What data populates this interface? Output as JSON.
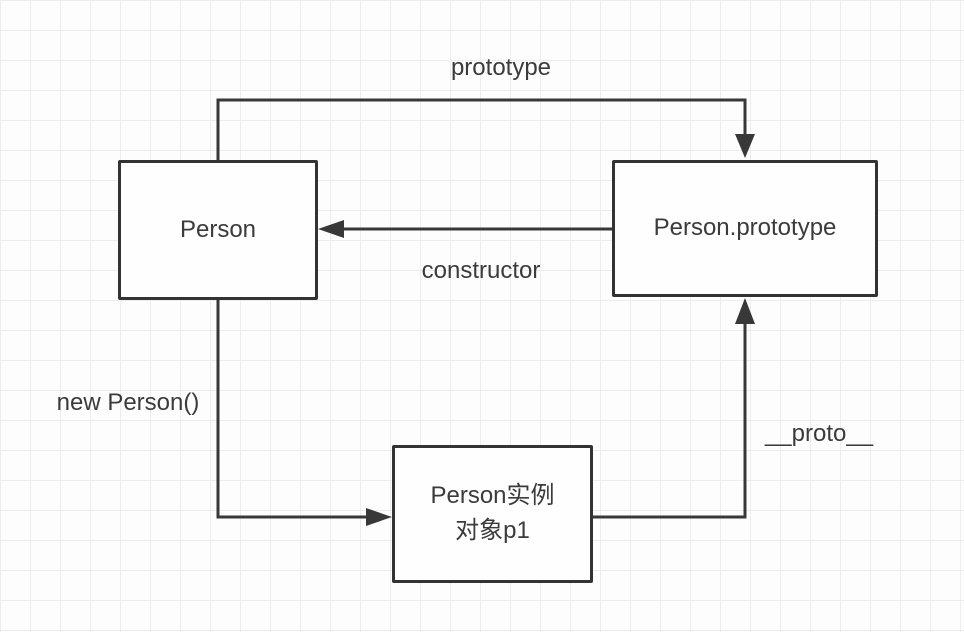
{
  "diagram": {
    "type": "flow-diagram",
    "topic": "JavaScript prototype chain",
    "colors": {
      "background": "#fdfdfd",
      "grid": "#ededed",
      "stroke": "#383838",
      "text": "#3b3b3b"
    },
    "nodes": {
      "person": {
        "label": "Person"
      },
      "prototype": {
        "label": "Person.prototype"
      },
      "instance": {
        "label_line1": "Person实例",
        "label_line2": "对象p1"
      }
    },
    "edges": {
      "prototype_edge": {
        "label": "prototype",
        "from": "Person",
        "to": "Person.prototype"
      },
      "constructor_edge": {
        "label": "constructor",
        "from": "Person.prototype",
        "to": "Person"
      },
      "new_person_edge": {
        "label": "new Person()",
        "from": "Person",
        "to": "Person实例对象p1"
      },
      "proto_edge": {
        "label": "__proto__",
        "from": "Person实例对象p1",
        "to": "Person.prototype"
      }
    }
  }
}
